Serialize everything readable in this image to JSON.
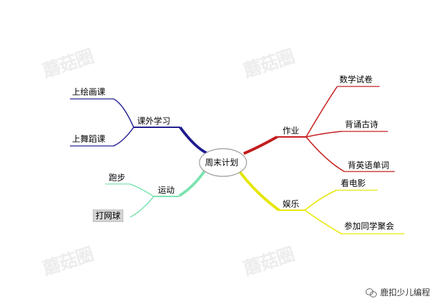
{
  "watermark": "蘑菇圈",
  "center": {
    "label": "周末计划"
  },
  "branches": {
    "extracurricular": {
      "label": "课外学习",
      "color": "#1f1c8f",
      "children": [
        "上绘画课",
        "上舞蹈课"
      ]
    },
    "homework": {
      "label": "作业",
      "color": "#c41b1b",
      "children": [
        "数学试卷",
        "背诵古诗",
        "背英语单词"
      ]
    },
    "sport": {
      "label": "运动",
      "color": "#7de3b0",
      "children": [
        "跑步",
        "打网球"
      ]
    },
    "fun": {
      "label": "娱乐",
      "color": "#e6e600",
      "children": [
        "看电影",
        "参加同学聚会"
      ]
    }
  },
  "footer": {
    "icon": "wechat-icon",
    "text": "鹿扣少儿编程"
  }
}
